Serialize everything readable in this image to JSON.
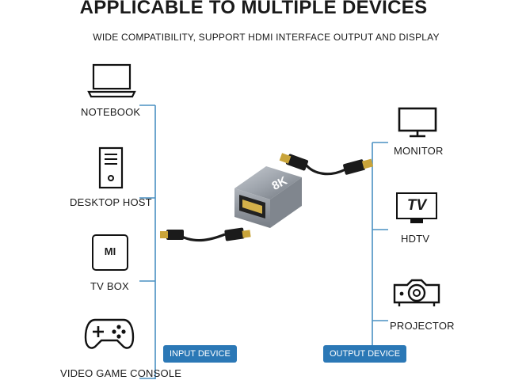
{
  "title": "APPLICABLE TO MULTIPLE DEVICES",
  "subtitle": "WIDE COMPATIBILITY, SUPPORT HDMI INTERFACE OUTPUT AND DISPLAY",
  "input_devices": [
    {
      "label": "NOTEBOOK",
      "icon": "laptop-icon"
    },
    {
      "label": "DESKTOP HOST",
      "icon": "desktop-tower-icon"
    },
    {
      "label": "TV BOX",
      "icon": "tv-box-icon",
      "icon_text": "MI"
    },
    {
      "label": "VIDEO GAME CONSOLE",
      "icon": "gamepad-icon"
    }
  ],
  "output_devices": [
    {
      "label": "MONITOR",
      "icon": "monitor-icon"
    },
    {
      "label": "HDTV",
      "icon": "tv-icon",
      "icon_text": "TV"
    },
    {
      "label": "PROJECTOR",
      "icon": "projector-icon"
    }
  ],
  "badges": {
    "input": "INPUT DEVICE",
    "output": "OUTPUT DEVICE"
  },
  "adapter": {
    "label": "8K"
  },
  "colors": {
    "accent": "#2b78b6",
    "line": "#4a90c2"
  }
}
